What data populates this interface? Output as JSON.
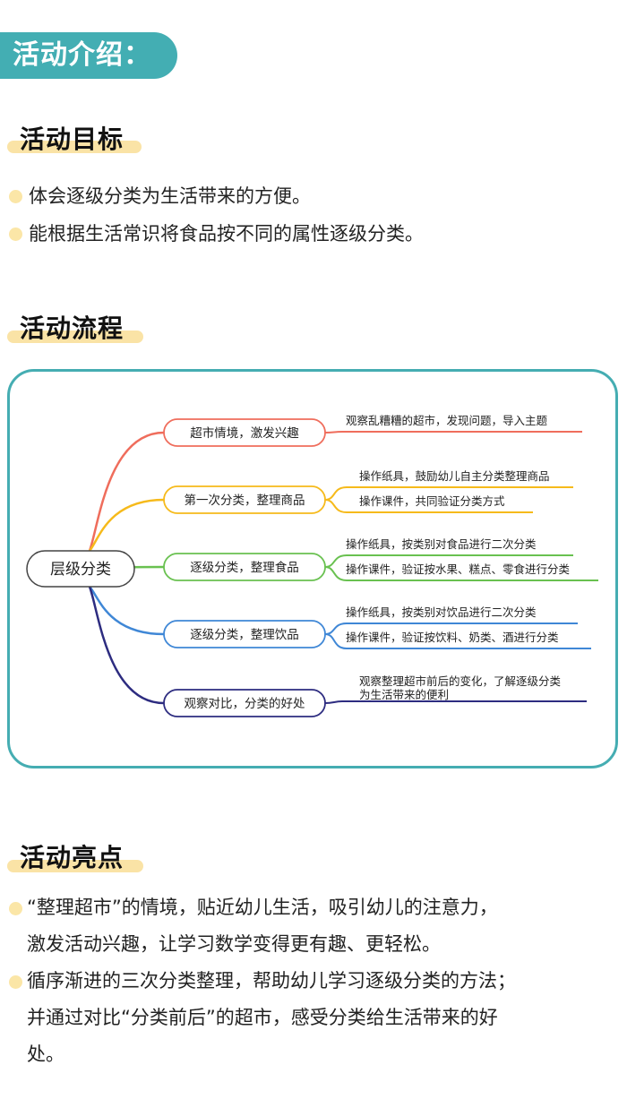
{
  "header": {
    "tag": "活动介绍："
  },
  "goals": {
    "title": "活动目标",
    "items": [
      "体会逐级分类为生活带来的方便。",
      "能根据生活常识将食品按不同的属性逐级分类。"
    ]
  },
  "process": {
    "title": "活动流程",
    "root": "层级分类",
    "colors": [
      "#ef6d5c",
      "#f6ba1b",
      "#69c150",
      "#3f87d6",
      "#2d2c80"
    ],
    "branches": [
      {
        "label": "超市情境，激发兴趣",
        "leaves": [
          "观察乱糟糟的超市，发现问题，导入主题"
        ]
      },
      {
        "label": "第一次分类，整理商品",
        "leaves": [
          "操作纸具，鼓励幼儿自主分类整理商品",
          "操作课件，共同验证分类方式"
        ]
      },
      {
        "label": "逐级分类，整理食品",
        "leaves": [
          "操作纸具，按类别对食品进行二次分类",
          "操作课件，验证按水果、糕点、零食进行分类"
        ]
      },
      {
        "label": "逐级分类，整理饮品",
        "leaves": [
          "操作纸具，按类别对饮品进行二次分类",
          "操作课件，验证按饮料、奶类、酒进行分类"
        ]
      },
      {
        "label": "观察对比，分类的好处",
        "leaves": [
          "观察整理超市前后的变化，了解逐级分类\n为生活带来的便利"
        ]
      }
    ]
  },
  "highlights": {
    "title": "活动亮点",
    "items": [
      {
        "lines": [
          "“整理超市”的情境，贴近幼儿生活，吸引幼儿的注意力，",
          "激发活动兴趣，让学习数学变得更有趣、更轻松。"
        ]
      },
      {
        "lines": [
          "循序渐进的三次分类整理，帮助幼儿学习逐级分类的方法；",
          "并通过对比“分类前后”的超市，感受分类给生活带来的好",
          "处。"
        ]
      }
    ]
  }
}
